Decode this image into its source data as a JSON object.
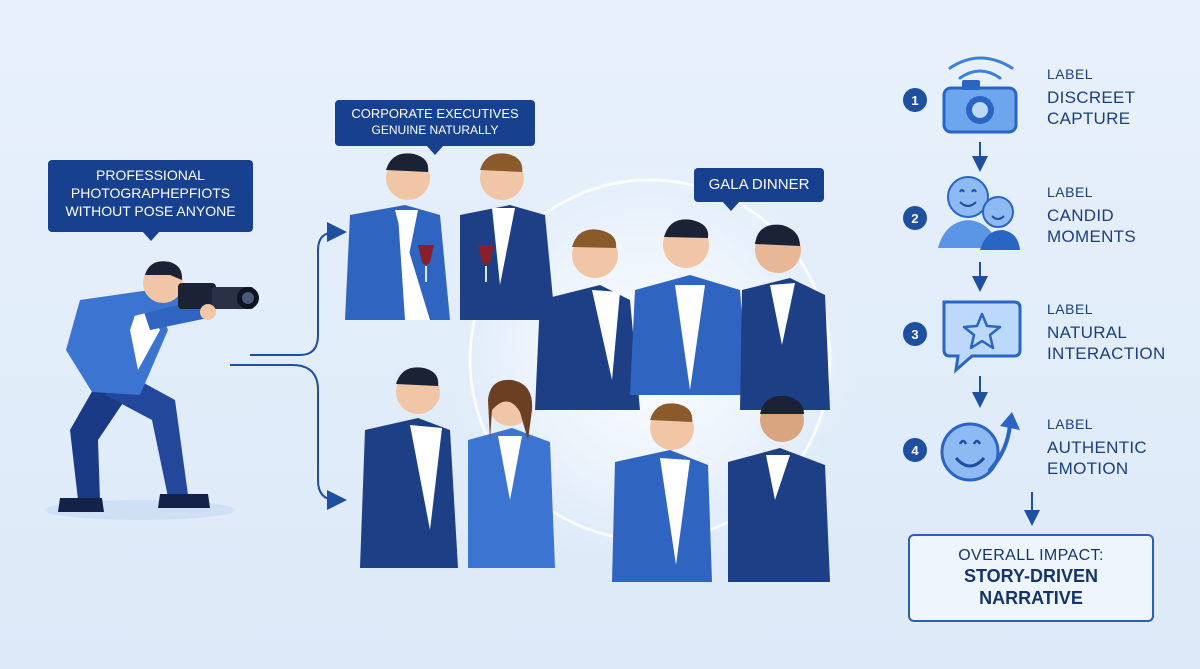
{
  "callouts": {
    "photographer": {
      "line1": "PROFESSIONAL",
      "line2": "PHOTOGRAPHEPFIOTS",
      "line3": "WITHOUT POSE ANYONE"
    },
    "executives": {
      "line1": "CORPORATE EXECUTIVES",
      "line2": "GENUINE NATURALLY"
    },
    "event": {
      "text": "GALA DINNER"
    }
  },
  "steps": [
    {
      "number": "1",
      "label": "LABEL",
      "title_line1": "DISCREET",
      "title_line2": "CAPTURE",
      "icon": "camera-icon"
    },
    {
      "number": "2",
      "label": "LABEL",
      "title_line1": "CANDID",
      "title_line2": "MOMENTS",
      "icon": "smiling-faces-icon"
    },
    {
      "number": "3",
      "label": "LABEL",
      "title_line1": "NATURAL",
      "title_line2": "INTERACTION",
      "icon": "star-speech-bubble-icon"
    },
    {
      "number": "4",
      "label": "LABEL",
      "title_line1": "AUTHENTIC",
      "title_line2": "EMOTION",
      "icon": "smile-arrow-icon"
    }
  ],
  "impact": {
    "heading": "OVERALL IMPACT:",
    "line1": "STORY-DRIVEN",
    "line2": "NARRATIVE"
  },
  "colors": {
    "navy": "#17418f",
    "suit_blue": "#2f64c0",
    "suit_dark": "#1d3f86",
    "accent": "#3b7fe0",
    "background": "#e4eefa"
  }
}
